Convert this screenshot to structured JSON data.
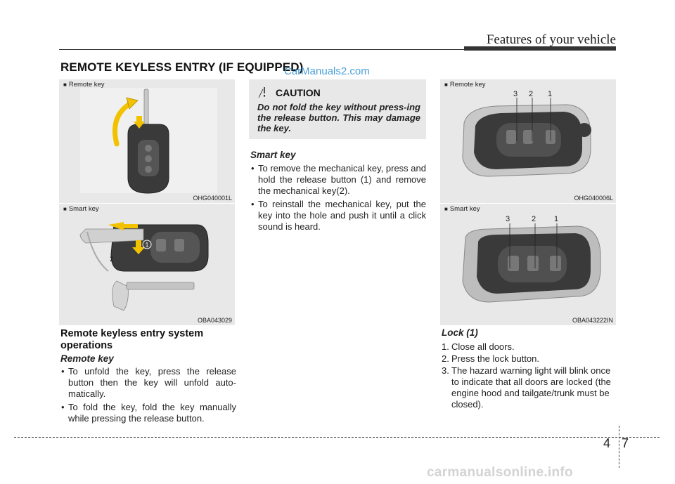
{
  "header": {
    "title": "Features of your vehicle"
  },
  "section_title": "REMOTE KEYLESS ENTRY (IF EQUIPPED)",
  "watermark_top": "CarManuals2.com",
  "figures": {
    "fig1": {
      "label": "Remote key",
      "code": "OHG040001L"
    },
    "fig2": {
      "label": "Smart key",
      "code": "OBA043029",
      "callouts": [
        "1",
        "2"
      ]
    },
    "fig3": {
      "label": "Remote key",
      "code": "OHG040006L",
      "callouts": [
        "3",
        "2",
        "1"
      ]
    },
    "fig4": {
      "label": "Smart key",
      "code": "OBA043222IN",
      "callouts": [
        "3",
        "2",
        "1"
      ]
    }
  },
  "caution": {
    "title": "CAUTION",
    "body": "Do not fold the key without press-ing the release button. This may damage the key."
  },
  "left_column": {
    "heading": "Remote keyless entry system operations",
    "subhead": "Remote key",
    "bullets": [
      "To unfold the key, press the release button then the key will unfold auto-matically.",
      "To fold the key, fold the key manually while pressing the release button."
    ]
  },
  "middle_column": {
    "subhead": "Smart key",
    "bullets": [
      "To remove the mechanical key, press and hold the release button (1) and remove the mechanical key(2).",
      "To reinstall the mechanical key, put the key into the hole and push it until a click sound is heard."
    ]
  },
  "right_column": {
    "subhead": "Lock (1)",
    "steps": [
      {
        "num": "1.",
        "text": "Close all doors."
      },
      {
        "num": "2.",
        "text": "Press the lock button."
      },
      {
        "num": "3.",
        "text": "The hazard warning light will blink once to indicate that all doors are locked (the engine hood and tailgate/trunk must be closed)."
      }
    ]
  },
  "footer": {
    "chapter": "4",
    "page": "7"
  },
  "watermark_bottom": "carmanualsonline.info",
  "colors": {
    "figure_bg": "#e8e8e8",
    "accent_yellow": "#f2c200",
    "watermark_blue": "#4a9fd6"
  }
}
